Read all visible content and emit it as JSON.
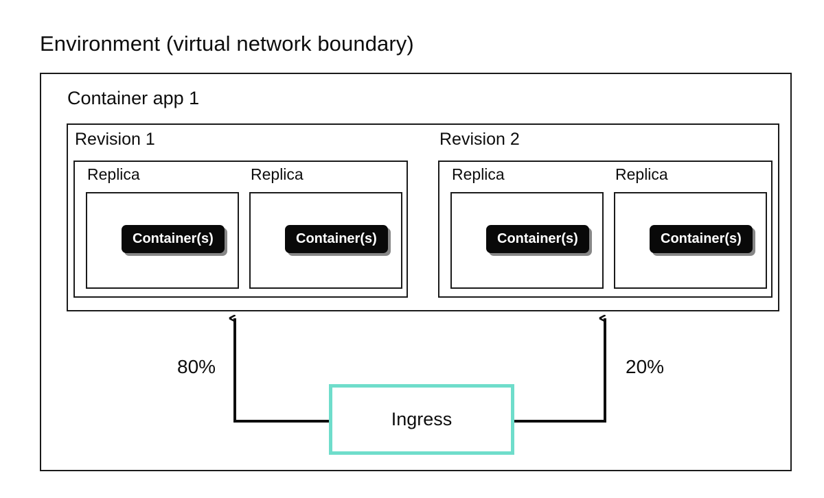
{
  "diagram": {
    "title": "Environment (virtual network boundary)",
    "accent_color": "#6fddcb",
    "line_color": "#1a1a1a",
    "badge_color": "#090909",
    "background": "#ffffff"
  },
  "container_app": {
    "title": "Container app 1",
    "revisions": [
      {
        "title": "Revision 1",
        "traffic_percent": "80%",
        "replicas": [
          {
            "label": "Replica",
            "container_label": "Container(s)"
          },
          {
            "label": "Replica",
            "container_label": "Container(s)"
          }
        ]
      },
      {
        "title": "Revision 2",
        "traffic_percent": "20%",
        "replicas": [
          {
            "label": "Replica",
            "container_label": "Container(s)"
          },
          {
            "label": "Replica",
            "container_label": "Container(s)"
          }
        ]
      }
    ]
  },
  "ingress": {
    "label": "Ingress"
  },
  "traffic_split": {
    "left_label": "80%",
    "right_label": "20%"
  }
}
